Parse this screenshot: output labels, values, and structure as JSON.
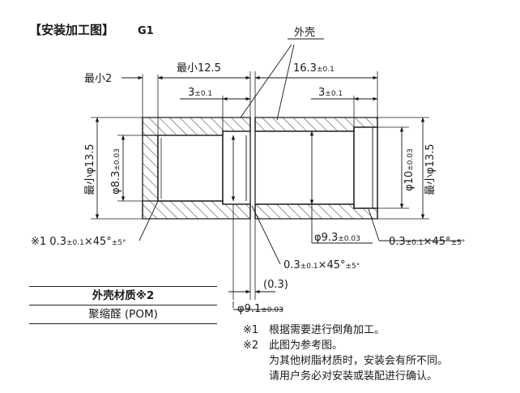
{
  "header": {
    "section_title": "【安装加工图】",
    "model": "G1"
  },
  "labels": {
    "shell": "外壳",
    "min2": "最小2",
    "min12_5": "最小12.5",
    "dim16_3_main": "16.3",
    "dim16_3_tol": "±0.1",
    "dim3_left_main": "3",
    "dim3_left_tol": "±0.1",
    "dim3_right_main": "3",
    "dim3_right_tol": "±0.1",
    "left_outer_diam": "最小φ13.5",
    "left_inner_main": "φ8.3",
    "left_inner_tol": "±0.03",
    "right_inner_main": "φ10",
    "right_inner_tol": "±0.03",
    "right_outer_diam": "最小φ13.5",
    "phi9_3_main": "φ9.3",
    "phi9_3_tol": "±0.03",
    "chamfer_left_prefix": "※1 0.3",
    "chamfer_left_tol": "±0.1",
    "chamfer_left_angle": "×45°",
    "chamfer_left_angle_tol": "±5°",
    "chamfer_mid_prefix": "0.3",
    "chamfer_mid_tol": "±0.1",
    "chamfer_mid_angle": "×45°",
    "chamfer_mid_angle_tol": "±5°",
    "chamfer_right_prefix": "0.3",
    "chamfer_right_tol": "±0.1",
    "chamfer_right_angle": "×45°",
    "chamfer_right_angle_tol": "±5°",
    "ref_0_3": "(0.3)",
    "phi9_1_main": "φ9.1",
    "phi9_1_tol": "±0.03"
  },
  "material_table": {
    "header": "外壳材质※2",
    "value": "聚缩醛 (POM)"
  },
  "notes": [
    {
      "mark": "※1",
      "text": "根据需要进行倒角加工。"
    },
    {
      "mark": "※2",
      "text": "此图为参考图。"
    },
    {
      "mark": "",
      "text": "为其他树脂材质时，安装会有所不同。"
    },
    {
      "mark": "",
      "text": "请用户务必对安装或装配进行确认。"
    }
  ]
}
